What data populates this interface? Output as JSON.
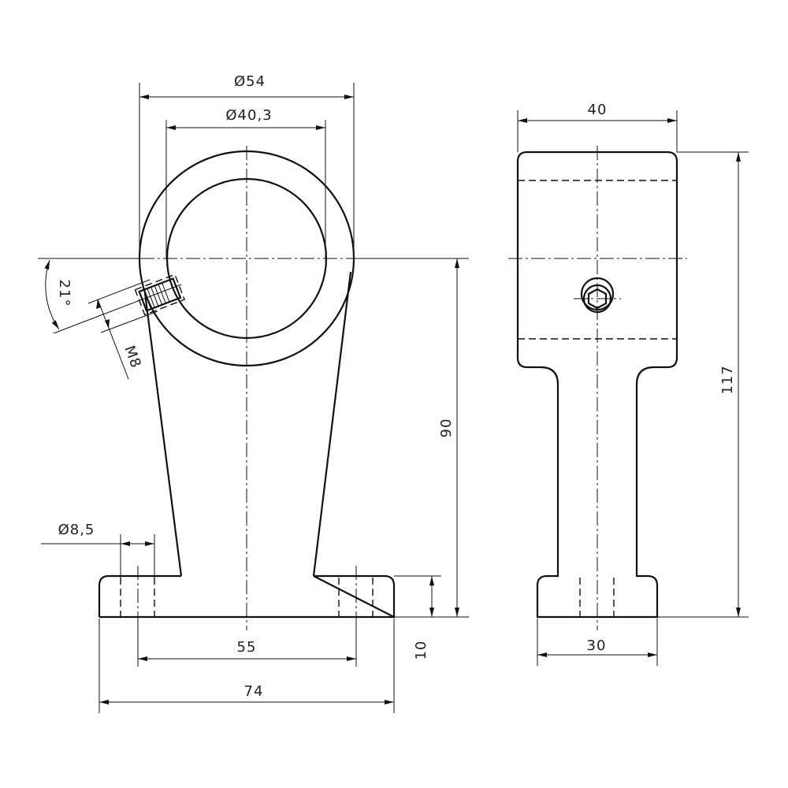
{
  "dimensions": {
    "outer_diameter": "Ø54",
    "inner_diameter": "Ø40,3",
    "clamp_width": "40",
    "total_height": "117",
    "center_height": "90",
    "base_thickness": "10",
    "hole_spacing": "55",
    "base_length": "74",
    "base_width": "30",
    "hole_diameter": "Ø8,5",
    "screw_angle": "21°",
    "thread": "M8"
  },
  "colors": {
    "line": "#111111",
    "background": "#ffffff"
  }
}
